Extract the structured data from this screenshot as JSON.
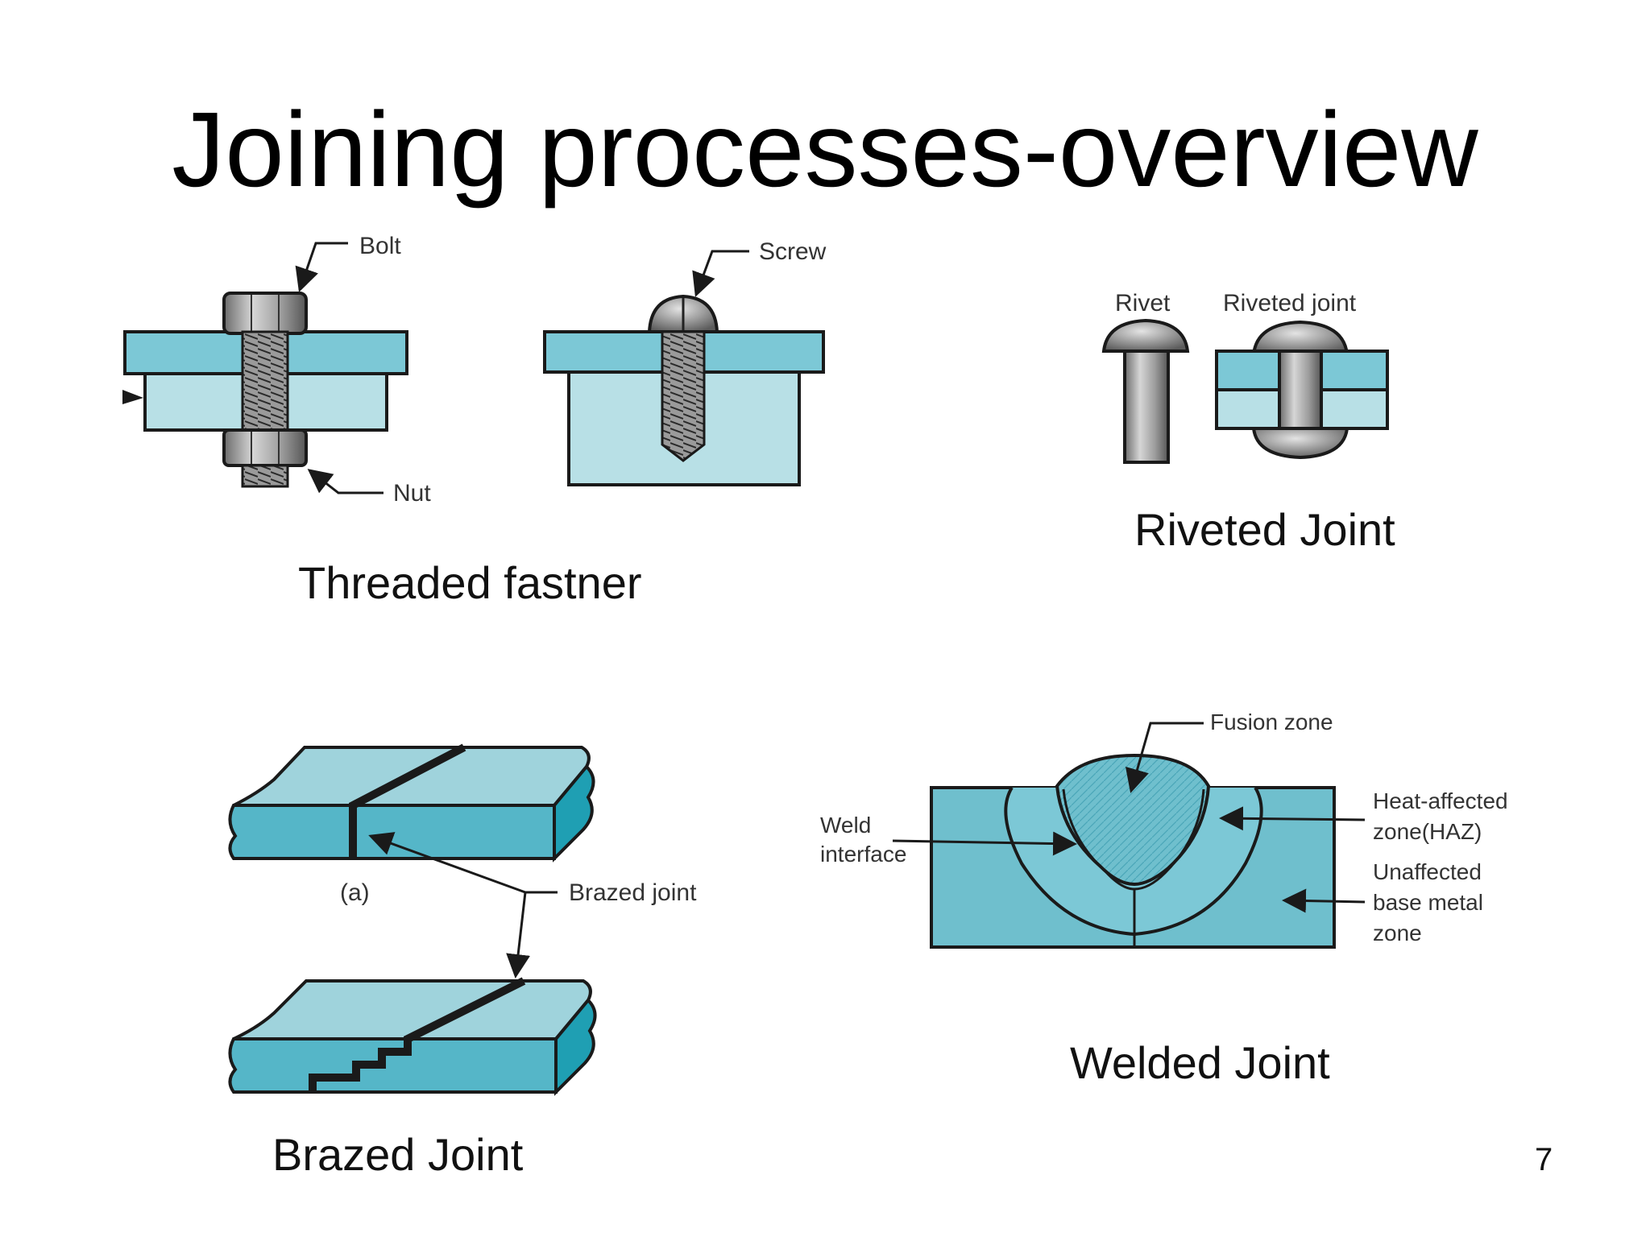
{
  "slide": {
    "title": "Joining processes-overview",
    "page_number": "7"
  },
  "threaded": {
    "caption": "Threaded fastner",
    "bolt_label": "Bolt",
    "nut_label": "Nut",
    "screw_label": "Screw"
  },
  "riveted": {
    "caption": "Riveted Joint",
    "rivet_label": "Rivet",
    "riveted_joint_label": "Riveted joint"
  },
  "brazed": {
    "caption": "Brazed Joint",
    "part_label": "(a)",
    "joint_label": "Brazed joint"
  },
  "welded": {
    "caption": "Welded Joint",
    "fusion_zone_label": "Fusion zone",
    "weld_interface_line1": "Weld",
    "weld_interface_line2": "interface",
    "haz_line1": "Heat-affected",
    "haz_line2": "zone(HAZ)",
    "unaffected_line1": "Unaffected",
    "unaffected_line2": "base metal",
    "unaffected_line3": "zone"
  },
  "colors": {
    "plate_light": "#8fd0dc",
    "plate_medium": "#5bbccd",
    "plate_dark": "#1f9fb3",
    "metal_gray": "#9a9a9a",
    "outline": "#1a1a1a"
  }
}
